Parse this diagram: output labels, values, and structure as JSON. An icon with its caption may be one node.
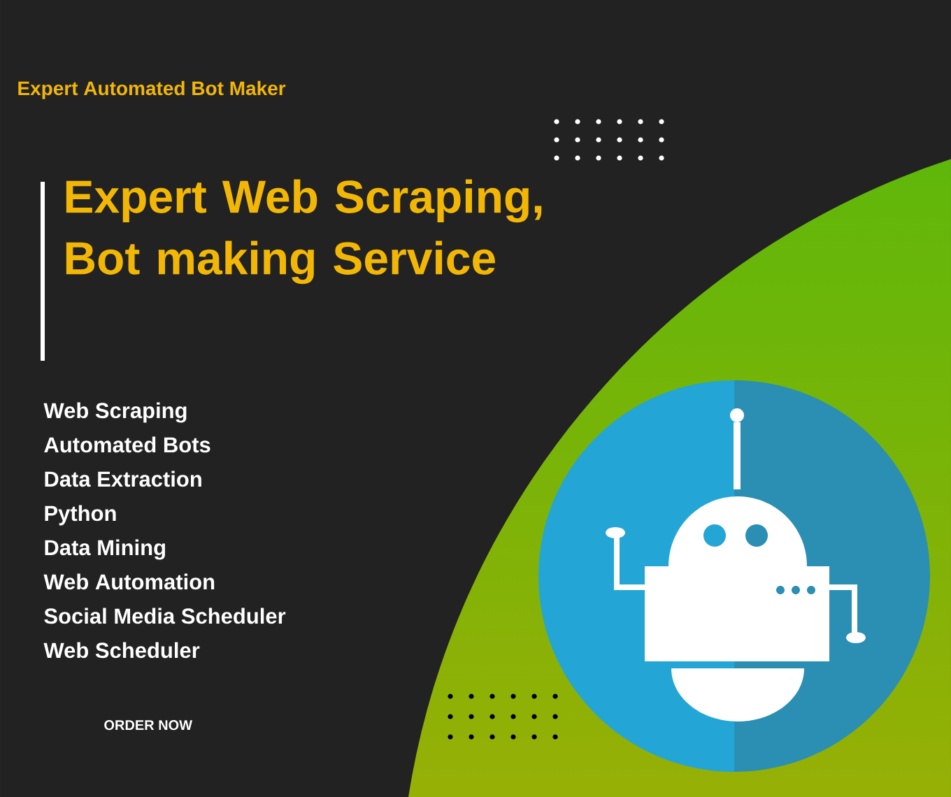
{
  "diagram": {
    "title": "Expert Web Scraping, Bot making Service",
    "labels": [
      "Expert Automated Bot Maker",
      "Web Scraping",
      "Automated Bots",
      "Data Extraction",
      "Python",
      "Data Mining",
      "Web Automation",
      "Social Media Scheduler",
      "Web Scheduler",
      "ORDER NOW"
    ]
  }
}
